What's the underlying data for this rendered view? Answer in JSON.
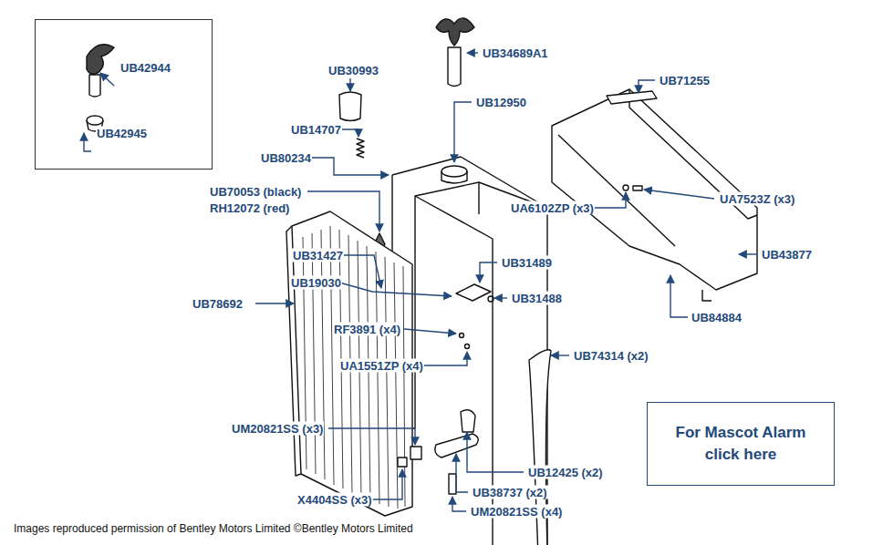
{
  "diagram": {
    "nodes": [
      {
        "text": [
          "UB42944",
          "UB42945"
        ]
      },
      {
        "text": [
          "For Mascot Alarm click here"
        ]
      }
    ],
    "labels": [
      "UB34689A1",
      "UB30993",
      "UB12950",
      "UB14707",
      "UB80234",
      "UB70053 (black)",
      "RH12072 (red)",
      "UB31427",
      "UB19030",
      "UB78692",
      "RF3891 (x4)",
      "UA1551ZP (x4)",
      "UB31489",
      "UB31488",
      "UM20821SS (x3)",
      "X4404SS (x3)",
      "UB12425 (x2)",
      "UB38737 (x2)",
      "UM20821SS (x4)",
      "UB74314 (x2)",
      "UB71255",
      "UA6102ZP (x3)",
      "UA7523Z (x3)",
      "UB43877",
      "UB84884",
      "Images reproduced permission of Bentley Motors Limited ©Bentley Motors Limited"
    ]
  }
}
